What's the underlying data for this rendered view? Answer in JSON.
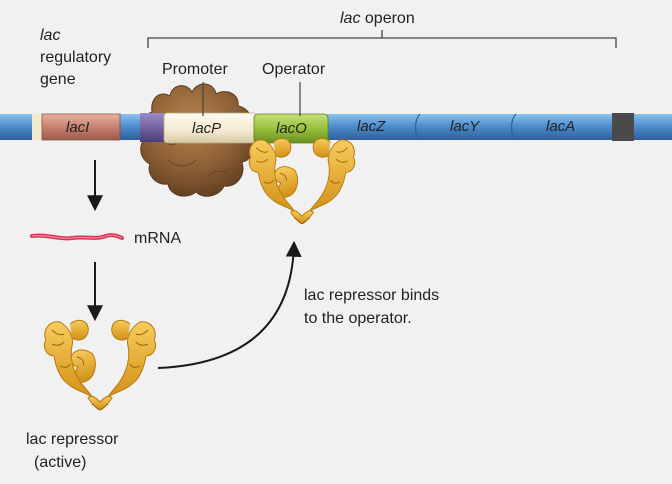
{
  "labels": {
    "regulatory_gene_italic": "lac",
    "regulatory_gene_line1": "regulatory",
    "regulatory_gene_line2": "gene",
    "operon_italic": "lac",
    "operon_word": "operon",
    "promoter": "Promoter",
    "operator": "Operator",
    "mrna": "mRNA",
    "binds_line1": "lac repressor binds",
    "binds_line2": "to the operator.",
    "repressor_line1": "lac repressor",
    "repressor_line2": "(active)"
  },
  "segments": {
    "laci": "lacI",
    "lacp": "lacP",
    "laco": "lacO",
    "lacz": "lacZ",
    "lacy": "lacY",
    "laca": "lacA"
  },
  "colors": {
    "background": "#f1f1f1",
    "dna_blue": "#4f8fcf",
    "laci": "#c9806f",
    "lacp": "#f3e9cf",
    "laco": "#98c23c",
    "spacer_purple": "#6c5a9c",
    "end_cap": "#4a4a4a",
    "rna_polymerase": "#8b5e34",
    "repressor": "#e5ab2e",
    "mrna": "#d9304f",
    "arrow": "#1a1a1a"
  }
}
